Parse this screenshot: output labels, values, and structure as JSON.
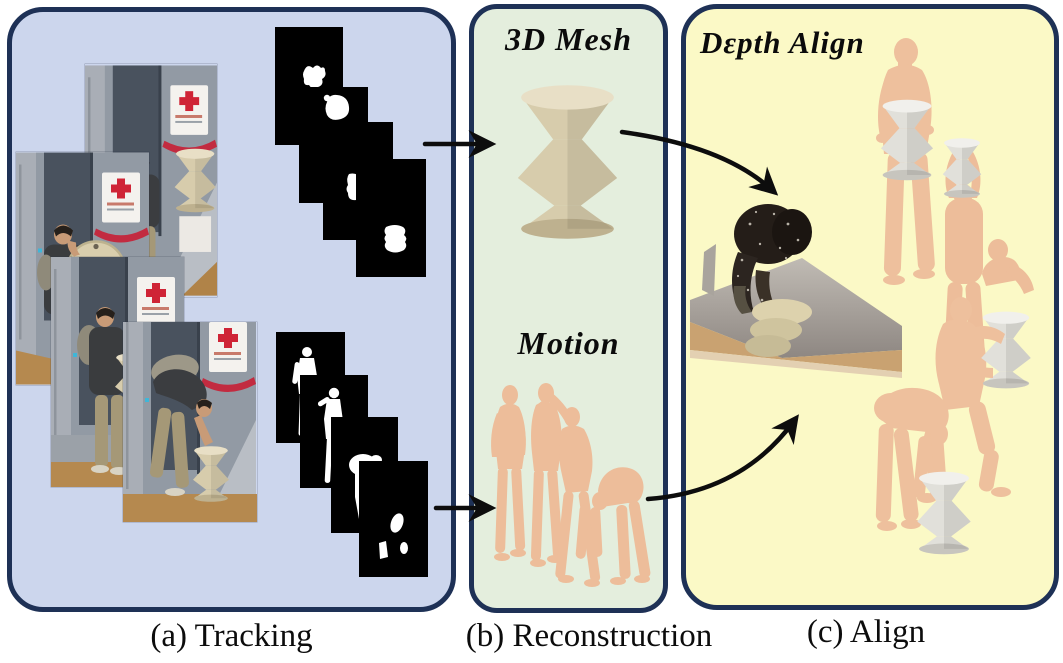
{
  "figure": {
    "captions": {
      "tracking": "(a) Tracking",
      "reconstruction": "(b) Reconstruction",
      "align": "(c) Align"
    },
    "titles": {
      "mesh": "3D Mesh",
      "motion": "Motion",
      "depth_align": "Dεpth Align"
    },
    "illustrations": {
      "tracking": [
        "video-frames",
        "object-mask-frames",
        "human-mask-frames"
      ],
      "reconstruction": [
        "object-mesh-stool",
        "human-motion-sequence"
      ],
      "align": [
        "depth-scan-pointcloud",
        "aligned-human-object-renders"
      ]
    }
  },
  "colors": {
    "panel_tracking_bg": "#ccd6ed",
    "panel_reconstruction_bg": "#e4eedd",
    "panel_align_bg": "#fbf9c6",
    "panel_border": "#1e3156",
    "caption_text": "#0c0c0c",
    "title_text": "#0b0b0b",
    "arrow": "#0d0d0d",
    "mask_bg": "#000000",
    "mask_fg": "#ffffff",
    "skin": "#edbd9a",
    "stool_cream": "#d7ccac",
    "stool_white": "#e1e0da",
    "poster_red": "#cf2436",
    "wood_floor": "#b5894f"
  }
}
